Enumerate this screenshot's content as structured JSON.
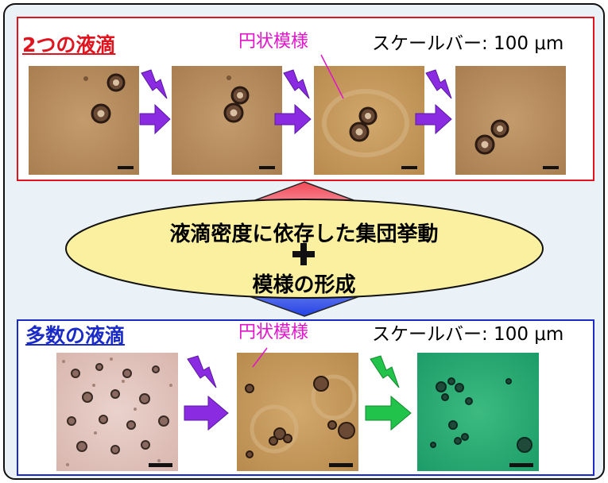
{
  "top_panel": {
    "title": "2つの液滴",
    "pattern_label": "円状模様",
    "scale_label": "スケールバー: 100 μm",
    "border_color": "#e0141e"
  },
  "bottom_panel": {
    "title": "多数の液滴",
    "pattern_label": "円状模様",
    "scale_label": "スケールバー: 100 μm",
    "border_color": "#1a2bc8"
  },
  "center": {
    "line1": "液滴密度に依存した集団挙動",
    "plus": "+",
    "line2": "模様の形成",
    "ellipse_color": "#fbf0a0"
  },
  "icons": {
    "lightning": "lightning-bolt-icon",
    "arrow": "right-arrow-icon",
    "double_arrow": "up-down-arrow-icon"
  }
}
